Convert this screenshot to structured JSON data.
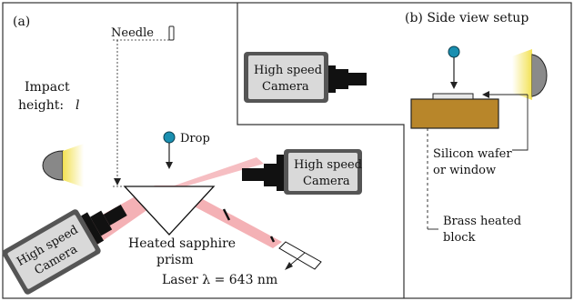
{
  "panel_a": {
    "tag": "(a)",
    "needle_label": "Needle",
    "impact_height_label": "Impact",
    "impact_height_label_2": "height:",
    "impact_height_symbol": "l",
    "drop_label": "Drop",
    "prism_label_line1": "Heated sapphire",
    "prism_label_line2": "prism",
    "laser_label": "Laser λ = 643 nm",
    "camera_right_line1": "High speed",
    "camera_right_line2": "Camera",
    "camera_left_line1": "High speed",
    "camera_left_line2": "Camera"
  },
  "panel_b": {
    "title": "(b) Side view setup",
    "camera_line1": "High speed",
    "camera_line2": "Camera",
    "wafer_label_line1": "Silicon wafer",
    "wafer_label_line2": "or window",
    "block_label_line1": "Brass heated",
    "block_label_line2": "block"
  },
  "colors": {
    "drop": "#1a8fb0",
    "brass": "#b8862a",
    "beam": "#f2a3a8",
    "lamp_glow": "#f2e04a",
    "camera_dark": "#555555",
    "camera_body": "#d9d9d9"
  }
}
